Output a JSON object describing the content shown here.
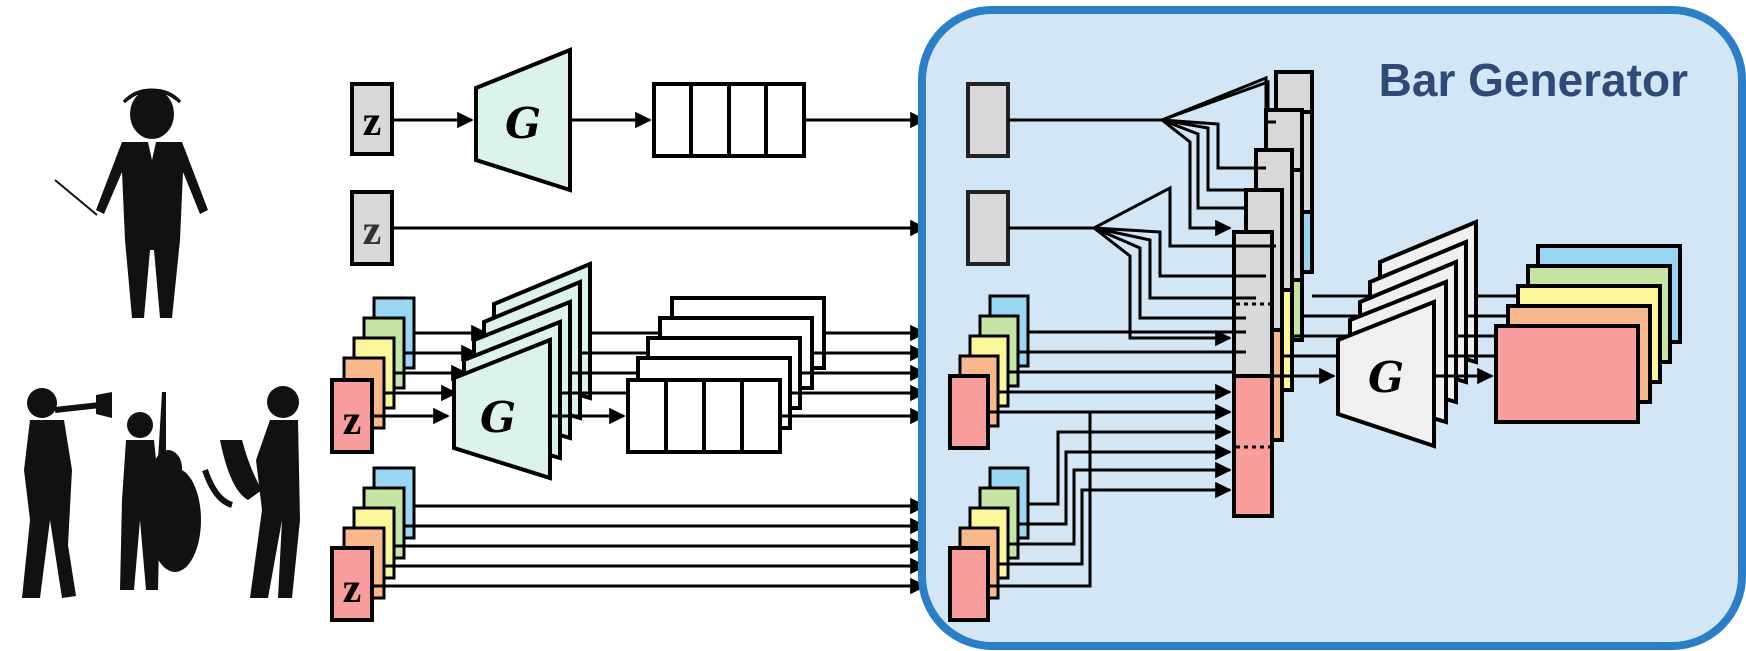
{
  "title": "Bar Generator",
  "generator_label": "G",
  "noise_label": "z",
  "colors": {
    "frame_stroke": "#2b7fc7",
    "frame_fill": "#d2e6f5",
    "title": "#2f4a78",
    "generator_fill": "#dcf2ec",
    "bar_generator_fill": "#f0f0f0",
    "gray_box": "#d9d9d9",
    "track_blue": "#9ad6f2",
    "track_green": "#c6e5a4",
    "track_yellow": "#fbf798",
    "track_orange": "#f9b88c",
    "track_red": "#fa9d9d",
    "line": "#000000"
  },
  "icons": [
    "conductor-icon",
    "trumpet-player-icon",
    "bass-player-icon",
    "saxophone-player-icon"
  ]
}
